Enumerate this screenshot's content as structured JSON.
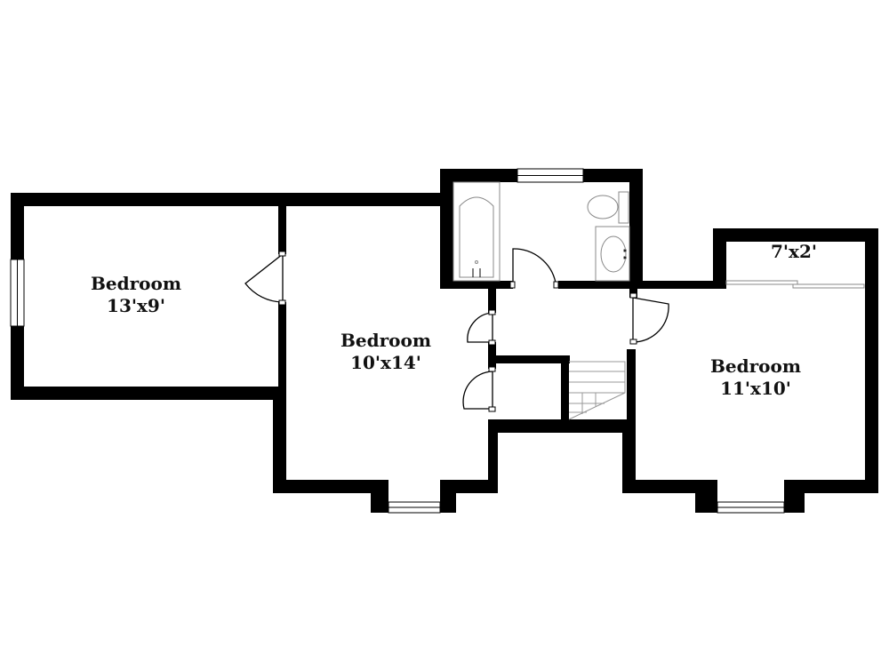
{
  "rooms": [
    {
      "name": "Bedroom",
      "size": "13'x9'"
    },
    {
      "name": "Bedroom",
      "size": "10'x14'"
    },
    {
      "name": "Bedroom",
      "size": "11'x10'"
    },
    {
      "name": "",
      "size": "7'x2'"
    }
  ],
  "colors": {
    "wall": "#000000",
    "fixture": "#888888",
    "background": "#ffffff"
  }
}
